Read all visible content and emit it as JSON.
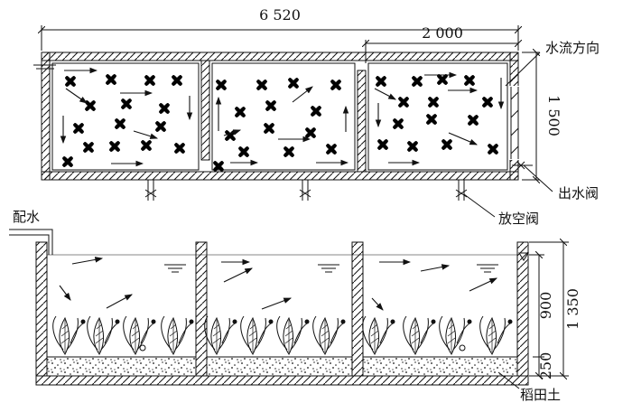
{
  "dimensions": {
    "total_length": "6 520",
    "cell_length": "2 000",
    "plan_width": "1 500",
    "depth_total": "1 350",
    "water_depth": "900",
    "soil_depth": "250"
  },
  "labels": {
    "flow_direction": "水流方向",
    "outlet_valve": "出水阀",
    "drain_valve": "放空阀",
    "water_inlet": "配水",
    "paddy_soil": "稻田土"
  }
}
